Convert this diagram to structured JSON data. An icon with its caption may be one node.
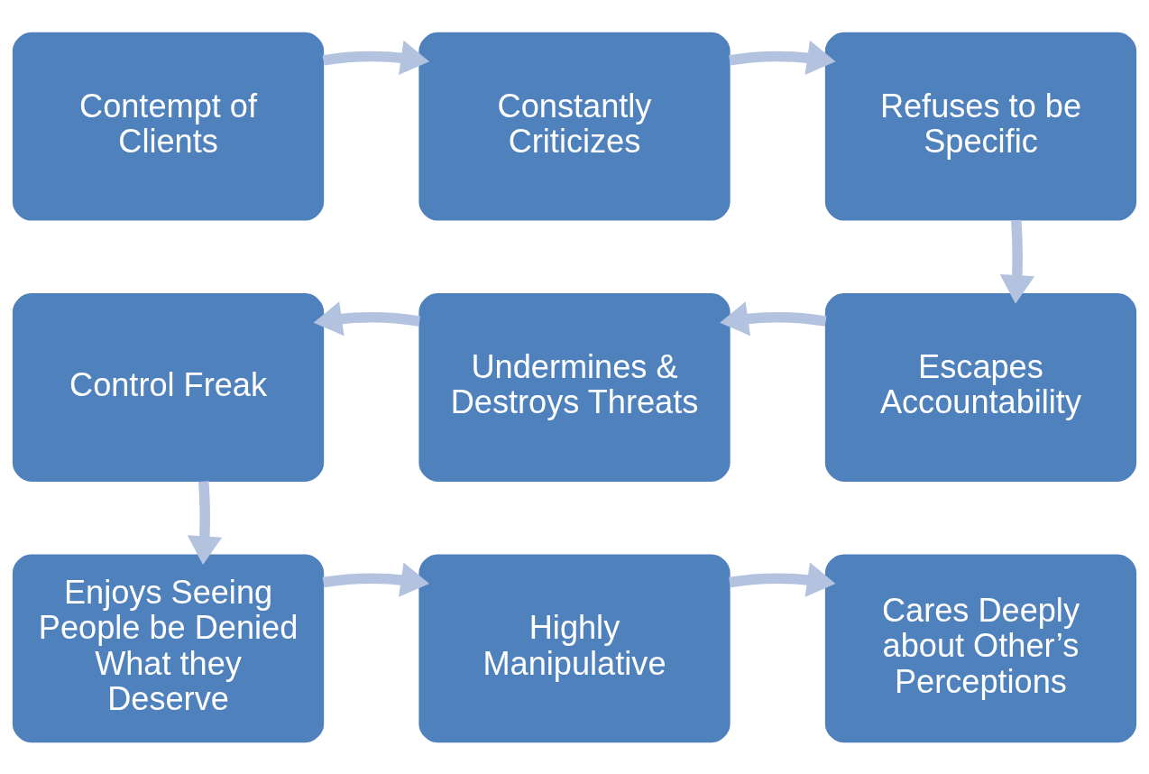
{
  "diagram": {
    "nodes": [
      {
        "text": [
          "Contempt of Clients"
        ]
      },
      {
        "text": [
          "Constantly Criticizes"
        ]
      },
      {
        "text": [
          "Refuses to be Specific"
        ]
      },
      {
        "text": [
          "Control Freak"
        ]
      },
      {
        "text": [
          "Undermines & Destroys Threats"
        ]
      },
      {
        "text": [
          "Escapes Accountability"
        ]
      },
      {
        "text": [
          "Enjoys Seeing People be Denied What they Deserve"
        ]
      },
      {
        "text": [
          "Highly Manipulative"
        ]
      },
      {
        "text": [
          "Cares Deeply about Other’s Perceptions"
        ]
      }
    ],
    "edges": [
      {
        "from": 0,
        "to": 1,
        "arrow": "to"
      },
      {
        "from": 1,
        "to": 2,
        "arrow": "to"
      },
      {
        "from": 2,
        "to": 5,
        "arrow": "to"
      },
      {
        "from": 5,
        "to": 4,
        "arrow": "to"
      },
      {
        "from": 4,
        "to": 3,
        "arrow": "to"
      },
      {
        "from": 3,
        "to": 6,
        "arrow": "to"
      },
      {
        "from": 6,
        "to": 7,
        "arrow": "to"
      },
      {
        "from": 7,
        "to": 8,
        "arrow": "to"
      }
    ]
  }
}
